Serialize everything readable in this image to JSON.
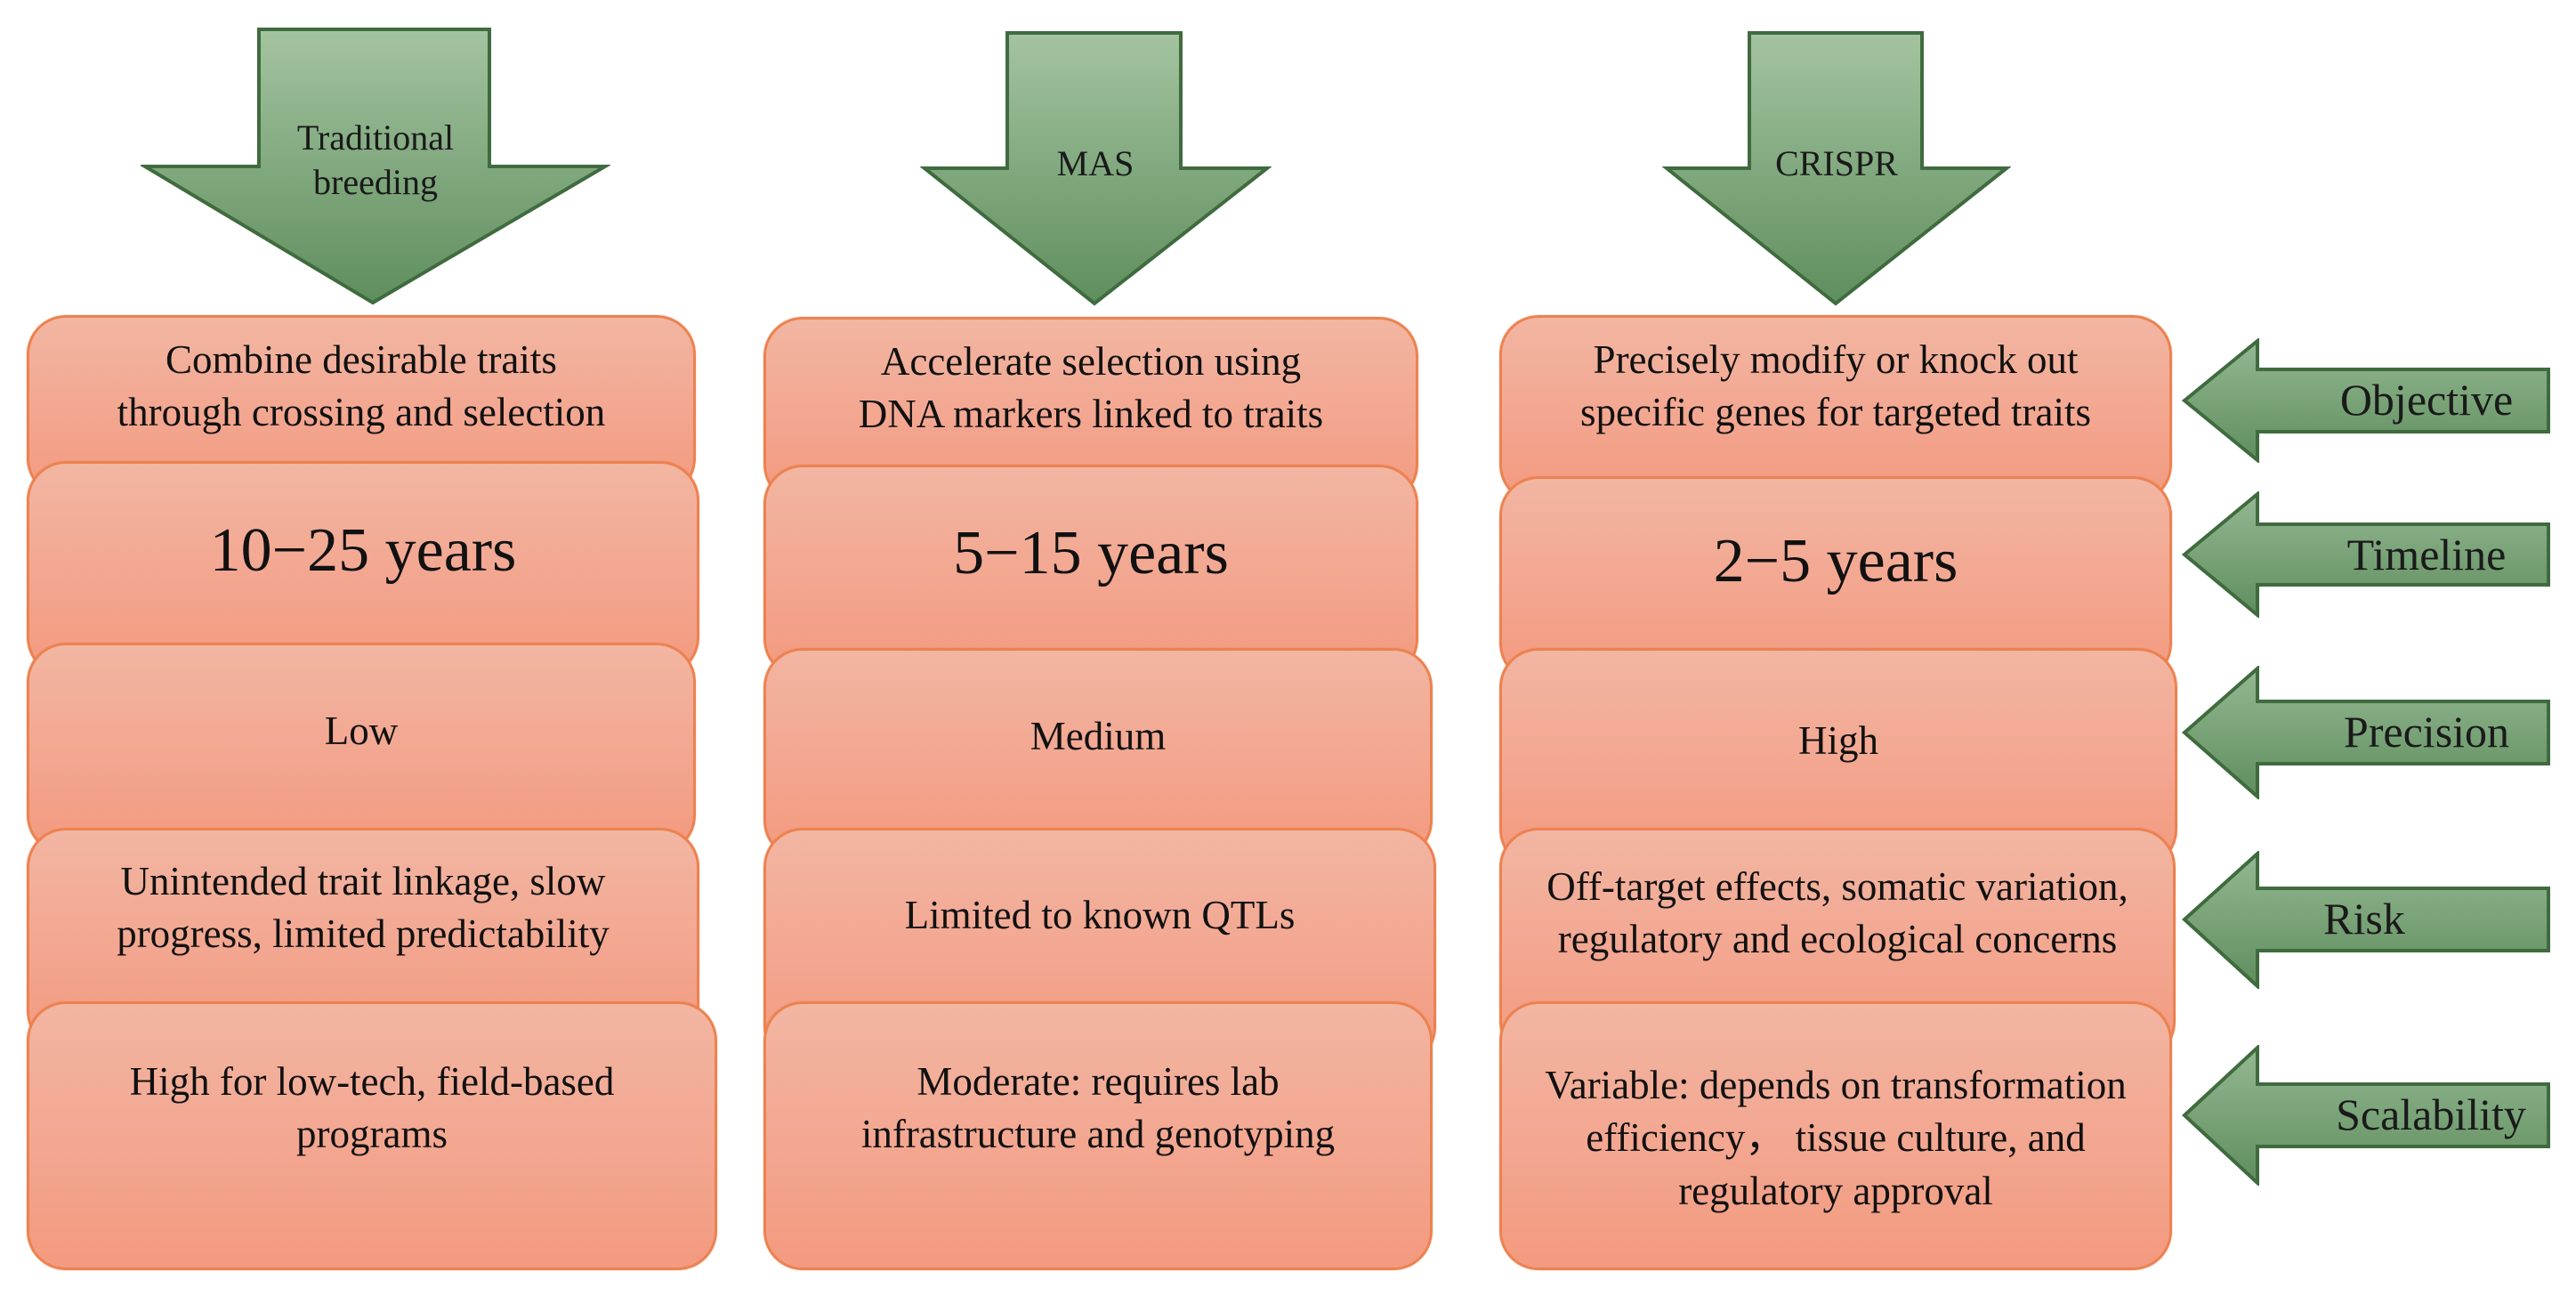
{
  "colors": {
    "arrow_fill_top": "#a4c4a0",
    "arrow_fill_bottom": "#5f8e5e",
    "arrow_stroke": "#3f6b3f",
    "card_fill_top": "#f2b6a2",
    "card_fill_bottom": "#f39a7f",
    "card_border": "#ec8250"
  },
  "methods": [
    {
      "label": "Traditional\nbreeding"
    },
    {
      "label": "MAS"
    },
    {
      "label": "CRISPR"
    }
  ],
  "criteria": [
    {
      "label": "Objective"
    },
    {
      "label": "Timeline"
    },
    {
      "label": "Precision"
    },
    {
      "label": "Risk"
    },
    {
      "label": "Scalability"
    }
  ],
  "cells": {
    "traditional": {
      "objective": "Combine desirable traits\nthrough crossing and selection",
      "timeline": "10−25 years",
      "precision": "Low",
      "risk": "Unintended trait linkage, slow\nprogress, limited predictability",
      "scalability": "High for low-tech, field-based\nprograms"
    },
    "mas": {
      "objective": "Accelerate selection using\nDNA markers linked to traits",
      "timeline": "5−15 years",
      "precision": "Medium",
      "risk": "Limited to known QTLs",
      "scalability": "Moderate: requires lab\ninfrastructure and genotyping"
    },
    "crispr": {
      "objective": "Precisely modify or knock out\n specific genes for targeted traits",
      "timeline": "2−5 years",
      "precision": "High",
      "risk": "Off-target effects, somatic variation,\nregulatory and ecological concerns",
      "scalability": "Variable: depends on transformation\nefficiency， tissue culture, and\nregulatory approval"
    }
  }
}
